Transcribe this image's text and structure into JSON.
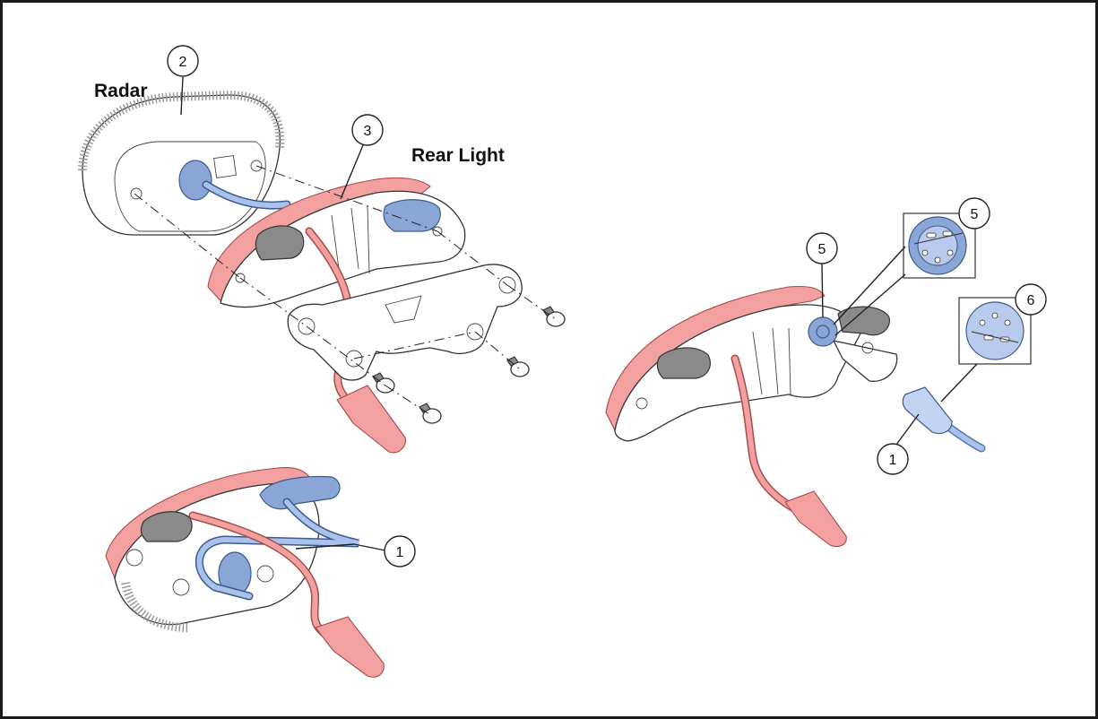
{
  "labels": {
    "radar": "Radar",
    "rear_light": "Rear Light"
  },
  "callouts": {
    "radar_part": "2",
    "rear_light_part": "3",
    "cable_bottom": "1",
    "connector_main": "5",
    "connector_detail": "5",
    "plug_detail": "6",
    "cable_right": "1"
  },
  "colors": {
    "cable_red": "#f2a0a0",
    "cable_blue": "#a9c2ec",
    "connector_blue": "#8aa6d6",
    "rubber_gray": "#8a8a8a",
    "frame": "#1a1a1a"
  }
}
